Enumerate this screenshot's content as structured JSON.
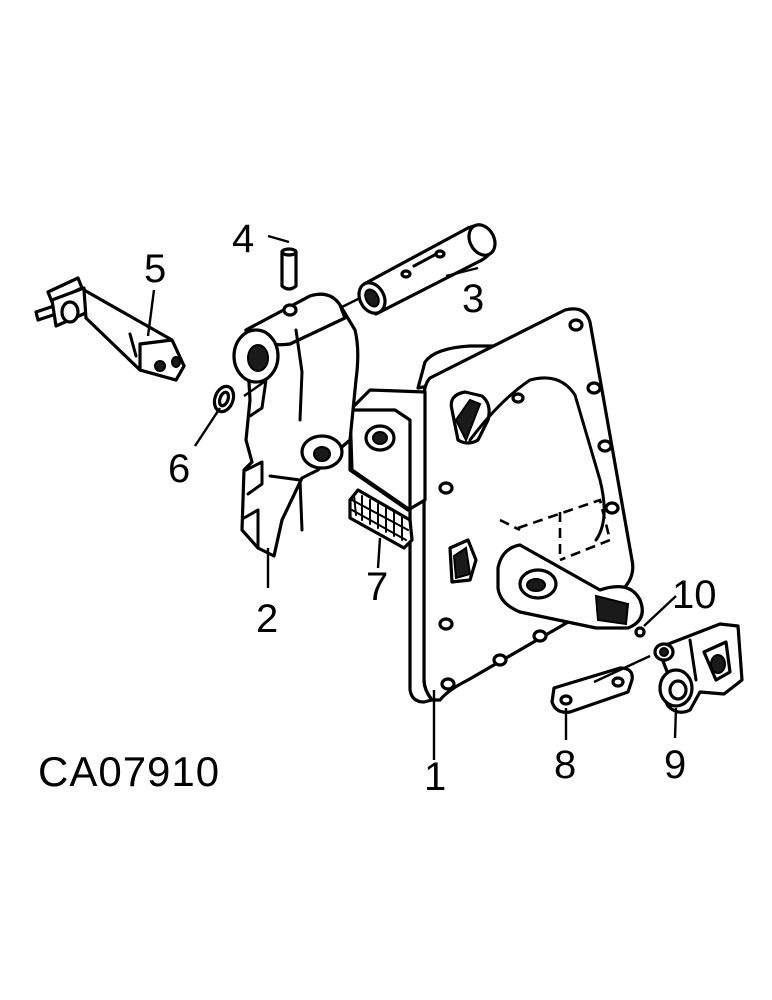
{
  "drawing_code": "CA07910",
  "callouts": [
    "1",
    "2",
    "3",
    "4",
    "5",
    "6",
    "7",
    "8",
    "9",
    "10"
  ]
}
